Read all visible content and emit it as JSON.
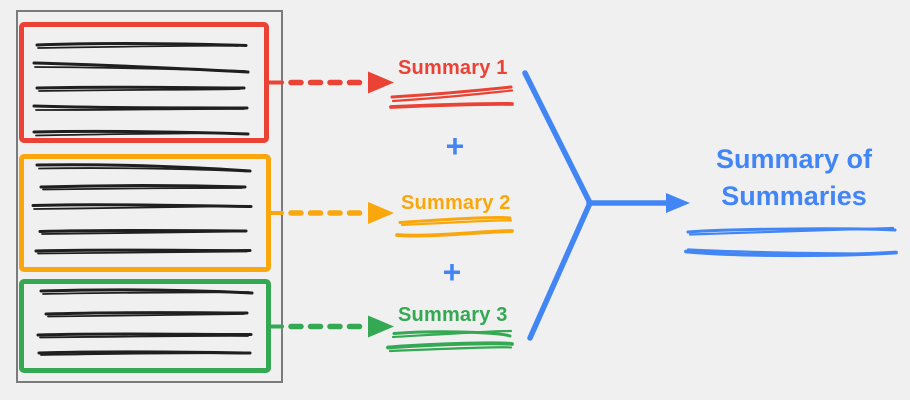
{
  "colors": {
    "red": "#EA4335",
    "orange": "#F9A70D",
    "green": "#34A853",
    "blue": "#4285F4",
    "gray": "#7b7b7b",
    "ink": "#1f1f1f",
    "bg": "#F0F0F0"
  },
  "document": {
    "sections": [
      {
        "name": "section-red",
        "color": "#EA4335",
        "line_count": 5
      },
      {
        "name": "section-orange",
        "color": "#F9A70D",
        "line_count": 5
      },
      {
        "name": "section-green",
        "color": "#34A853",
        "line_count": 4
      }
    ]
  },
  "summaries": [
    {
      "label": "Summary 1",
      "color": "#EA4335"
    },
    {
      "label": "Summary 2",
      "color": "#F9A70D"
    },
    {
      "label": "Summary 3",
      "color": "#34A853"
    }
  ],
  "operators": {
    "plus": "+"
  },
  "result": {
    "label": "Summary of Summaries",
    "color": "#4285F4"
  }
}
